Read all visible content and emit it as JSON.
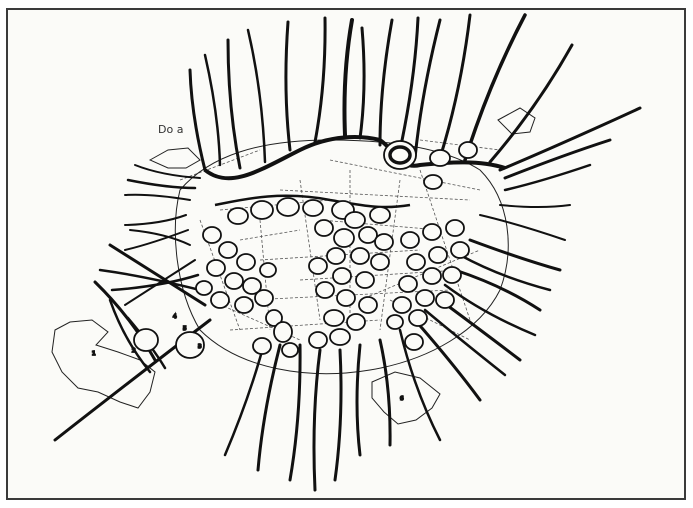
{
  "figure": {
    "ink_color": "#111111",
    "paper_color": "#fbfbf8",
    "frame_color": "#3a3a3a",
    "style": "hand-drawn line illustration: a central hollow enclosed by chambered ring with radiating thick filaments; fine dotted reticulation inside; irregular outline patches lower-left and lower-right"
  },
  "visible_marks": {
    "scribbled_text": "Do a",
    "numerals_in_cells_legible": false,
    "legible_numerals": [
      "1",
      "2",
      "3",
      "4",
      "5",
      "6"
    ]
  }
}
